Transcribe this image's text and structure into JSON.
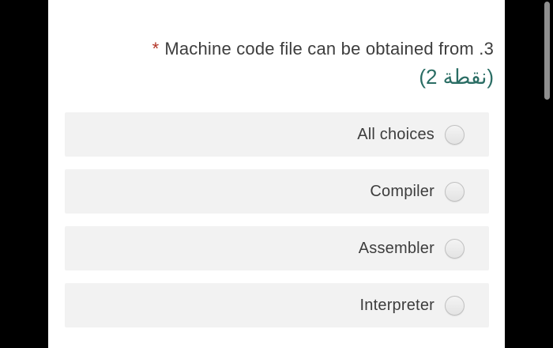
{
  "question": {
    "required_marker": "*",
    "text": "Machine code file can be obtained from .3",
    "points_label": "(2 نقطة)"
  },
  "options": {
    "items": [
      "All choices",
      "Compiler",
      "Assembler",
      "Interpreter"
    ]
  },
  "colors": {
    "required_red": "#b23325",
    "points_teal": "#2a6d64",
    "text_dark": "#3d3d3d",
    "option_background": "#f2f2f2",
    "letterbox_black": "#000000",
    "scrollbar_gray": "#8f8f8f"
  }
}
